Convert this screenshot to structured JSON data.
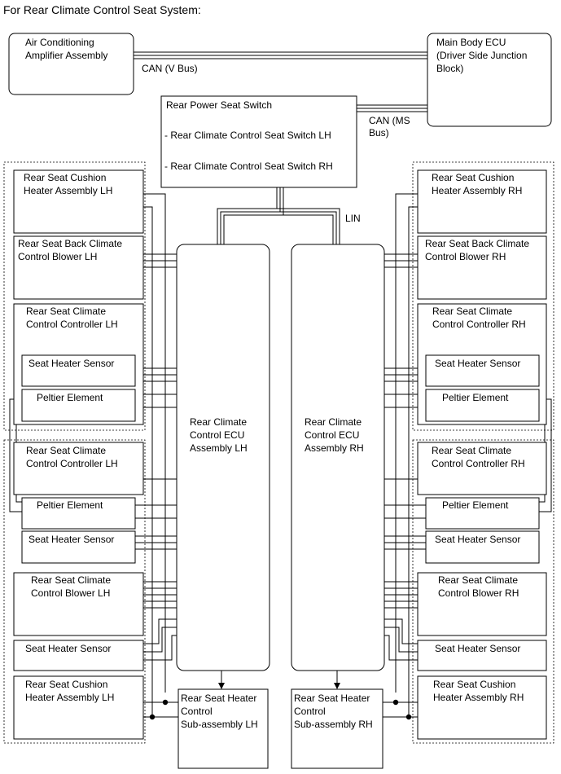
{
  "title": "For Rear Climate Control Seat System:",
  "bus_labels": {
    "can_v": "CAN (V Bus)",
    "can_ms_line1": "CAN (MS",
    "can_ms_line2": "Bus)",
    "lin": "LIN"
  },
  "components": {
    "ac_amp": [
      "Air Conditioning",
      "Amplifier Assembly"
    ],
    "main_body_ecu": [
      "Main Body ECU",
      "(Driver Side Junction",
      "Block)"
    ],
    "rear_power_seat_switch": [
      "Rear Power Seat Switch",
      "- Rear Climate Control Seat Switch LH",
      "- Rear Climate Control Seat Switch RH"
    ],
    "ecu_lh": [
      "Rear Climate",
      "Control ECU",
      "Assembly LH"
    ],
    "ecu_rh": [
      "Rear Climate",
      "Control ECU",
      "Assembly RH"
    ],
    "heater_ctrl_lh": [
      "Rear Seat Heater",
      "Control",
      "Sub-assembly LH"
    ],
    "heater_ctrl_rh": [
      "Rear Seat Heater",
      "Control",
      "Sub-assembly RH"
    ],
    "lh": {
      "cushion_heater_top": [
        "Rear Seat Cushion",
        "Heater Assembly LH"
      ],
      "back_blower": [
        "Rear Seat Back Climate",
        "Control Blower LH"
      ],
      "controller_top": [
        "Rear Seat Climate",
        "Control Controller LH"
      ],
      "sensor_top": "Seat Heater Sensor",
      "peltier_top": "Peltier Element",
      "controller_bottom": [
        "Rear Seat Climate",
        "Control Controller LH"
      ],
      "peltier_bottom": "Peltier Element",
      "sensor_bottom": "Seat Heater Sensor",
      "blower": [
        "Rear Seat Climate",
        "Control Blower LH"
      ],
      "sensor_lower": "Seat Heater Sensor",
      "cushion_heater_bottom": [
        "Rear Seat Cushion",
        "Heater Assembly LH"
      ]
    },
    "rh": {
      "cushion_heater_top": [
        "Rear Seat Cushion",
        "Heater Assembly RH"
      ],
      "back_blower": [
        "Rear Seat Back Climate",
        "Control Blower RH"
      ],
      "controller_top": [
        "Rear Seat Climate",
        "Control Controller RH"
      ],
      "sensor_top": "Seat Heater Sensor",
      "peltier_top": "Peltier Element",
      "controller_bottom": [
        "Rear Seat Climate",
        "Control Controller RH"
      ],
      "peltier_bottom": "Peltier Element",
      "sensor_bottom": "Seat Heater Sensor",
      "blower": [
        "Rear Seat Climate",
        "Control Blower RH"
      ],
      "sensor_lower": "Seat Heater Sensor",
      "cushion_heater_bottom": [
        "Rear Seat Cushion",
        "Heater Assembly RH"
      ]
    }
  }
}
